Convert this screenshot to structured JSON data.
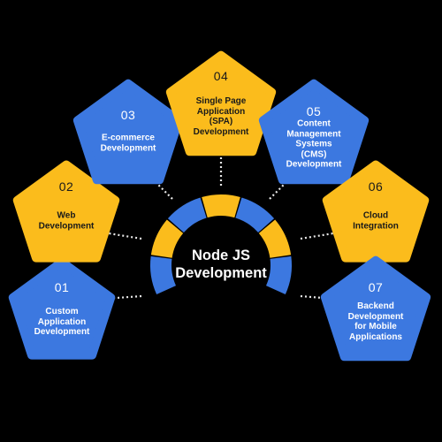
{
  "center": {
    "title": "Node JS\nDevelopment"
  },
  "colors": {
    "background": "#000000",
    "blue": "#3c78e0",
    "yellow": "#fbbc1c",
    "connector": "#e8e8e8",
    "text_on_blue": "#ffffff",
    "text_on_yellow": "#1a1a1a"
  },
  "items": [
    {
      "number": "01",
      "label": "Custom\nApplication\nDevelopment",
      "color": "blue"
    },
    {
      "number": "02",
      "label": "Web\nDevelopment",
      "color": "yellow"
    },
    {
      "number": "03",
      "label": "E-commerce\nDevelopment",
      "color": "blue"
    },
    {
      "number": "04",
      "label": "Single Page\nApplication\n(SPA)\nDevelopment",
      "color": "yellow"
    },
    {
      "number": "05",
      "label": "Content\nManagement\nSystems\n(CMS)\nDevelopment",
      "color": "blue"
    },
    {
      "number": "06",
      "label": "Cloud\nIntegration",
      "color": "yellow"
    },
    {
      "number": "07",
      "label": "Backend\nDevelopment\nfor Mobile\nApplications",
      "color": "blue"
    }
  ]
}
